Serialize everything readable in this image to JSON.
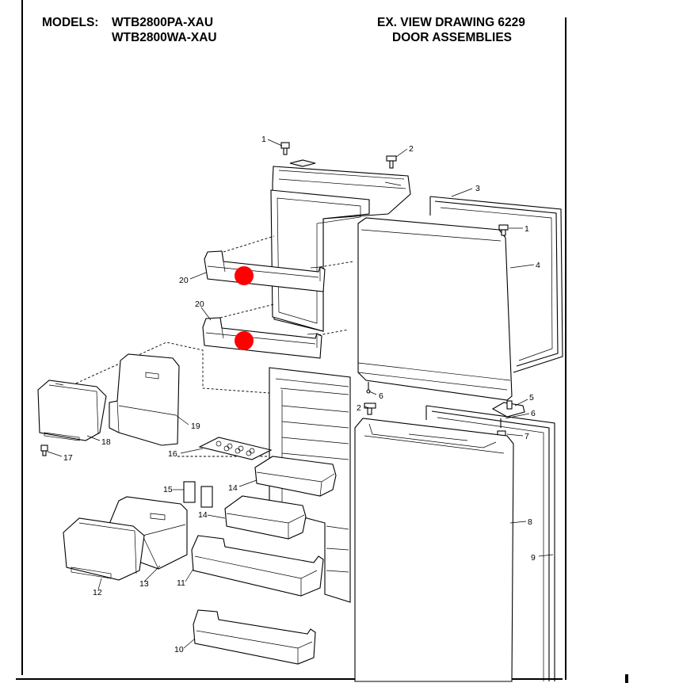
{
  "header": {
    "models_label": "MODELS:",
    "model_numbers": [
      "WTB2800PA-XAU",
      "WTB2800WA-XAU"
    ],
    "drawing_title": "EX. VIEW DRAWING 6229",
    "drawing_subtitle": "DOOR ASSEMBLIES"
  },
  "colors": {
    "marker": "#ff0000",
    "line": "#000000",
    "background": "#ffffff"
  },
  "markers": [
    {
      "name": "highlight-marker-upper-door-shelf"
    },
    {
      "name": "highlight-marker-lower-door-shelf"
    }
  ],
  "callouts": [
    {
      "id": "c1a",
      "text": "1"
    },
    {
      "id": "c2a",
      "text": "2"
    },
    {
      "id": "c3",
      "text": "3"
    },
    {
      "id": "c1b",
      "text": "1"
    },
    {
      "id": "c4",
      "text": "4"
    },
    {
      "id": "c20a",
      "text": "20"
    },
    {
      "id": "c20b",
      "text": "20"
    },
    {
      "id": "c19",
      "text": "19"
    },
    {
      "id": "c18",
      "text": "18"
    },
    {
      "id": "c17",
      "text": "17"
    },
    {
      "id": "c16",
      "text": "16"
    },
    {
      "id": "c6a",
      "text": "6"
    },
    {
      "id": "c5",
      "text": "5"
    },
    {
      "id": "c2b",
      "text": "2"
    },
    {
      "id": "c6b",
      "text": "6"
    },
    {
      "id": "c7",
      "text": "7"
    },
    {
      "id": "c14a",
      "text": "14"
    },
    {
      "id": "c15",
      "text": "15"
    },
    {
      "id": "c14b",
      "text": "14"
    },
    {
      "id": "c8",
      "text": "8"
    },
    {
      "id": "c9",
      "text": "9"
    },
    {
      "id": "c13",
      "text": "13"
    },
    {
      "id": "c12",
      "text": "12"
    },
    {
      "id": "c11",
      "text": "11"
    },
    {
      "id": "c10",
      "text": "10"
    }
  ]
}
